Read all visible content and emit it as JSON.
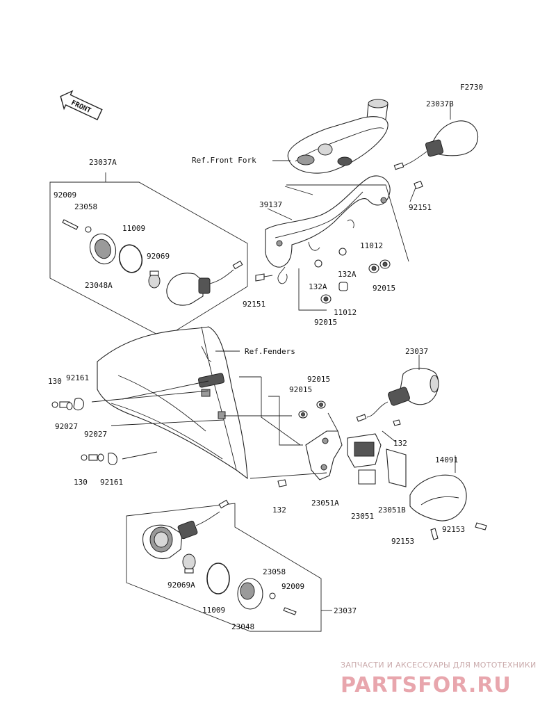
{
  "figure_code": "F2730",
  "front_arrow": "FRONT",
  "refs": {
    "front_fork": "Ref.Front Fork",
    "fenders": "Ref.Fenders"
  },
  "labels": {
    "p23037A": "23037A",
    "p23037B": "23037B",
    "p92009_a": "92009",
    "p23058_a": "23058",
    "p11009_a": "11009",
    "p92069": "92069",
    "p23048A": "23048A",
    "p39137": "39137",
    "p92151_a": "92151",
    "p92151_b": "92151",
    "p11012_a": "11012",
    "p11012_b": "11012",
    "p132A_a": "132A",
    "p132A_b": "132A",
    "p92015_a": "92015",
    "p92015_b": "92015",
    "p23037": "23037",
    "p92015_c": "92015",
    "p92015_d": "92015",
    "p130_a": "130",
    "p92161_a": "92161",
    "p92027_a": "92027",
    "p92027_b": "92027",
    "p130_b": "130",
    "p92161_b": "92161",
    "p132_a": "132",
    "p14091": "14091",
    "p132_b": "132",
    "p23051A": "23051A",
    "p23051": "23051",
    "p23051B": "23051B",
    "p92153_a": "92153",
    "p92153_b": "92153",
    "p92069A": "92069A",
    "p11009_b": "11009",
    "p23058_b": "23058",
    "p92009_b": "92009",
    "p23048": "23048",
    "p23037_b": "23037"
  },
  "watermark": {
    "tagline": "ЗАПЧАСТИ И АКСЕССУАРЫ ДЛЯ МОТОТЕХНИКИ",
    "logo": "PARTSFOR.RU"
  }
}
